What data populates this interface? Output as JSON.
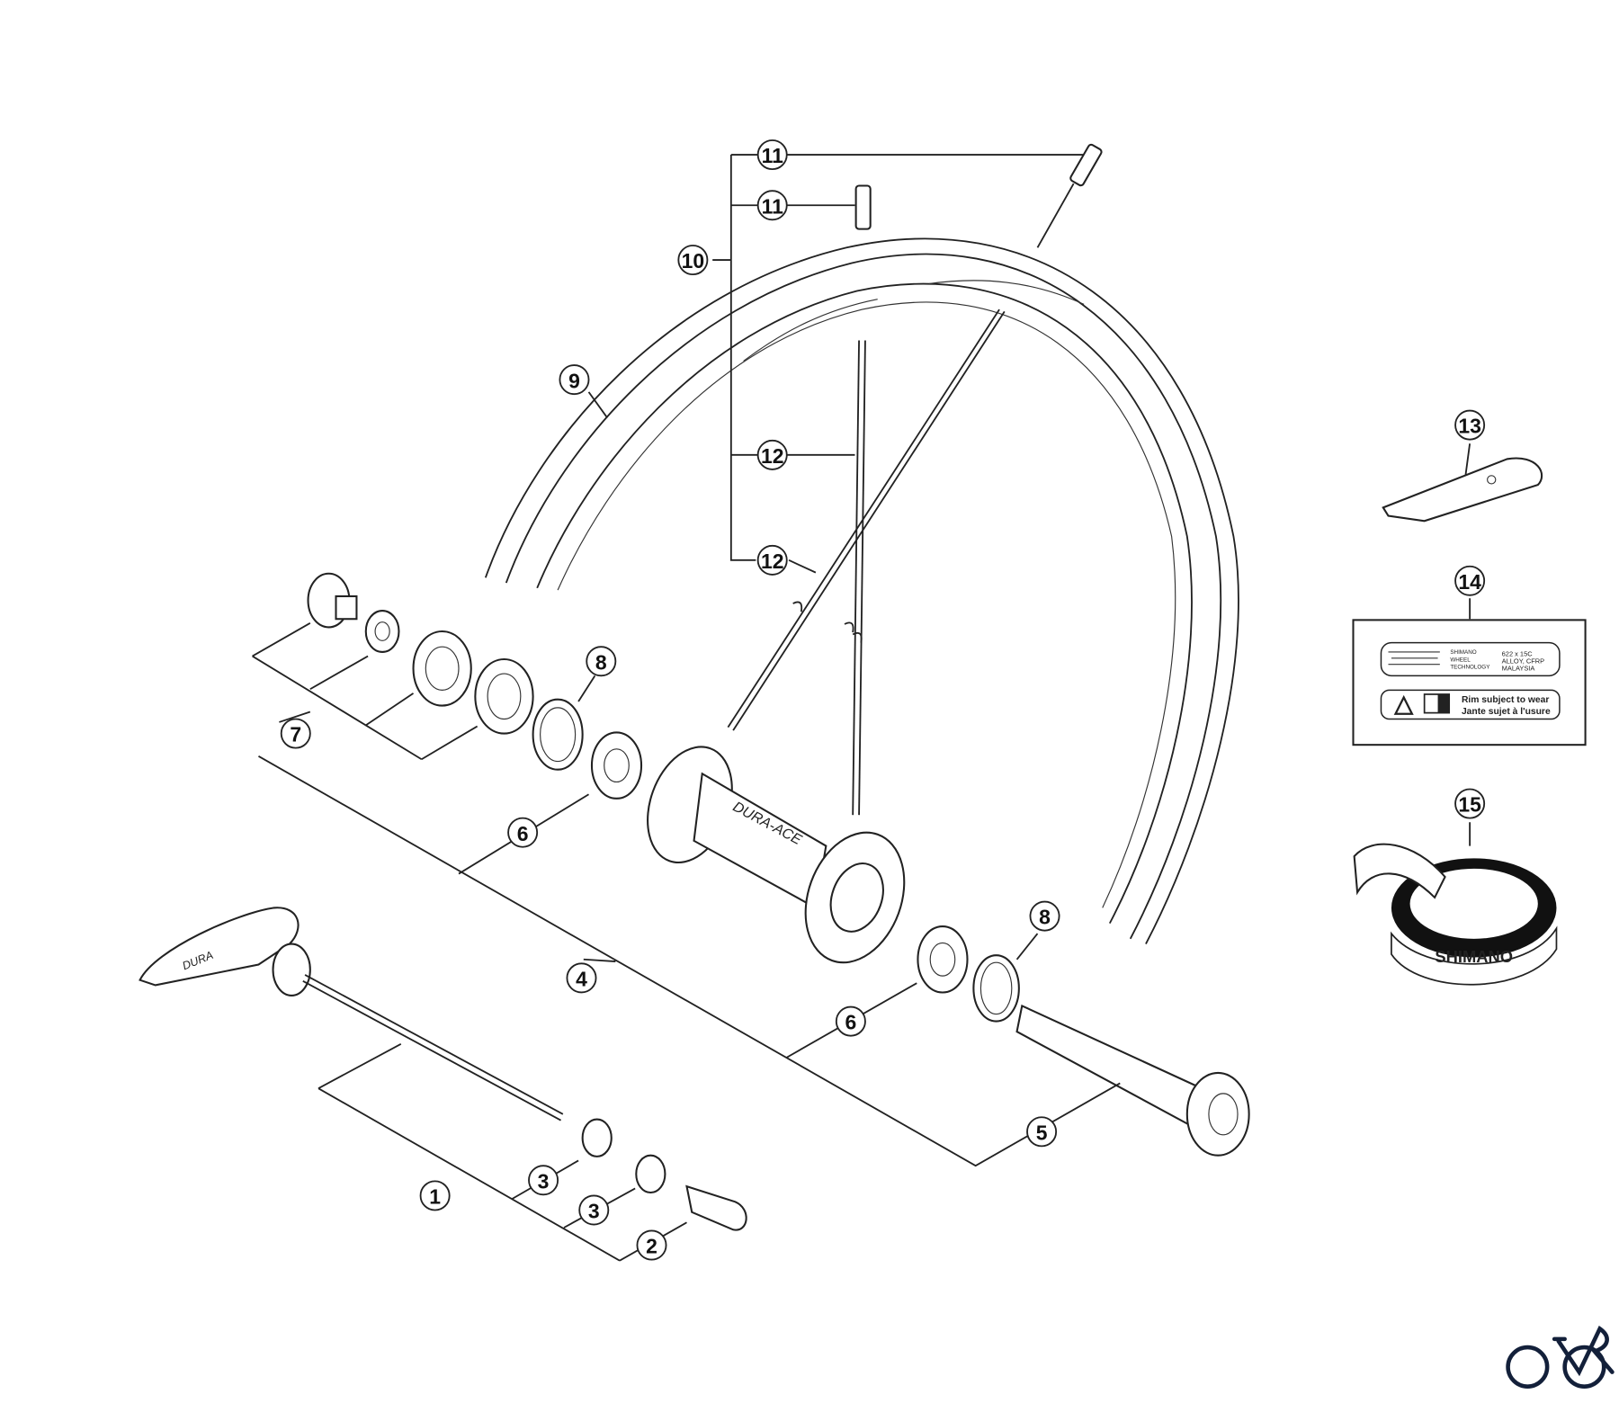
{
  "diagram": {
    "callouts": [
      "11",
      "11",
      "10",
      "9",
      "12",
      "12",
      "13",
      "14",
      "15",
      "8",
      "7",
      "6",
      "4",
      "8",
      "6",
      "5",
      "1",
      "3",
      "3",
      "2"
    ],
    "hub_label": "DURA-ACE",
    "lever_label": "DURA",
    "rim_tape_label": "SHIMANO",
    "sticker": {
      "brand_lines": [
        "SHIMANO",
        "WHEEL",
        "TECHNOLOGY"
      ],
      "spec_lines": [
        "622 x 15C",
        "ALLOY, CFRP",
        "MALAYSIA"
      ],
      "warning_en": "Rim subject to wear",
      "warning_fr": "Jante sujet à l'usure"
    }
  }
}
